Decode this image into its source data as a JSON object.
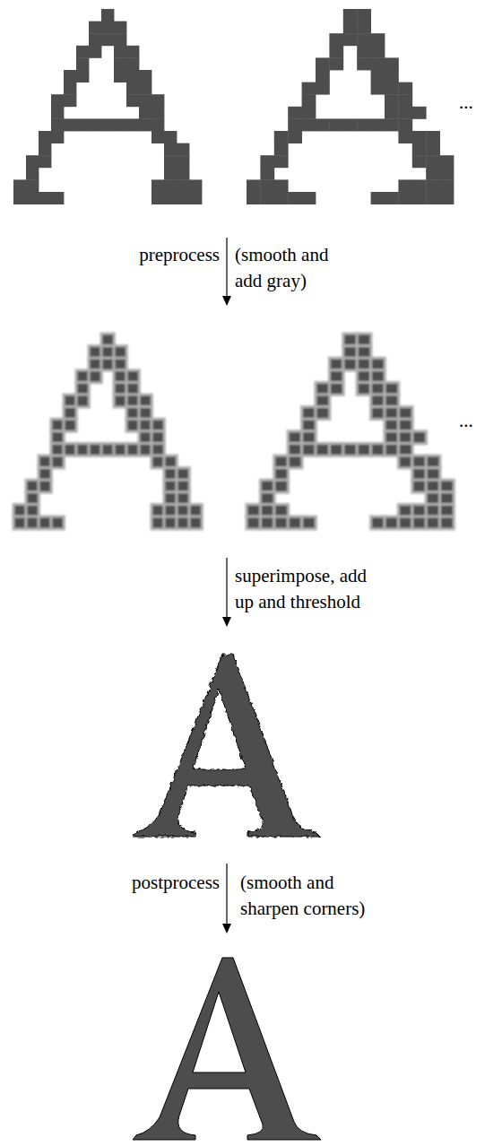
{
  "diagram": {
    "labels": [
      "...",
      "preprocess",
      "(smooth and add gray)",
      "...",
      "superimpose, add up and threshold",
      "postprocess",
      "(smooth and sharpen corners)"
    ]
  }
}
